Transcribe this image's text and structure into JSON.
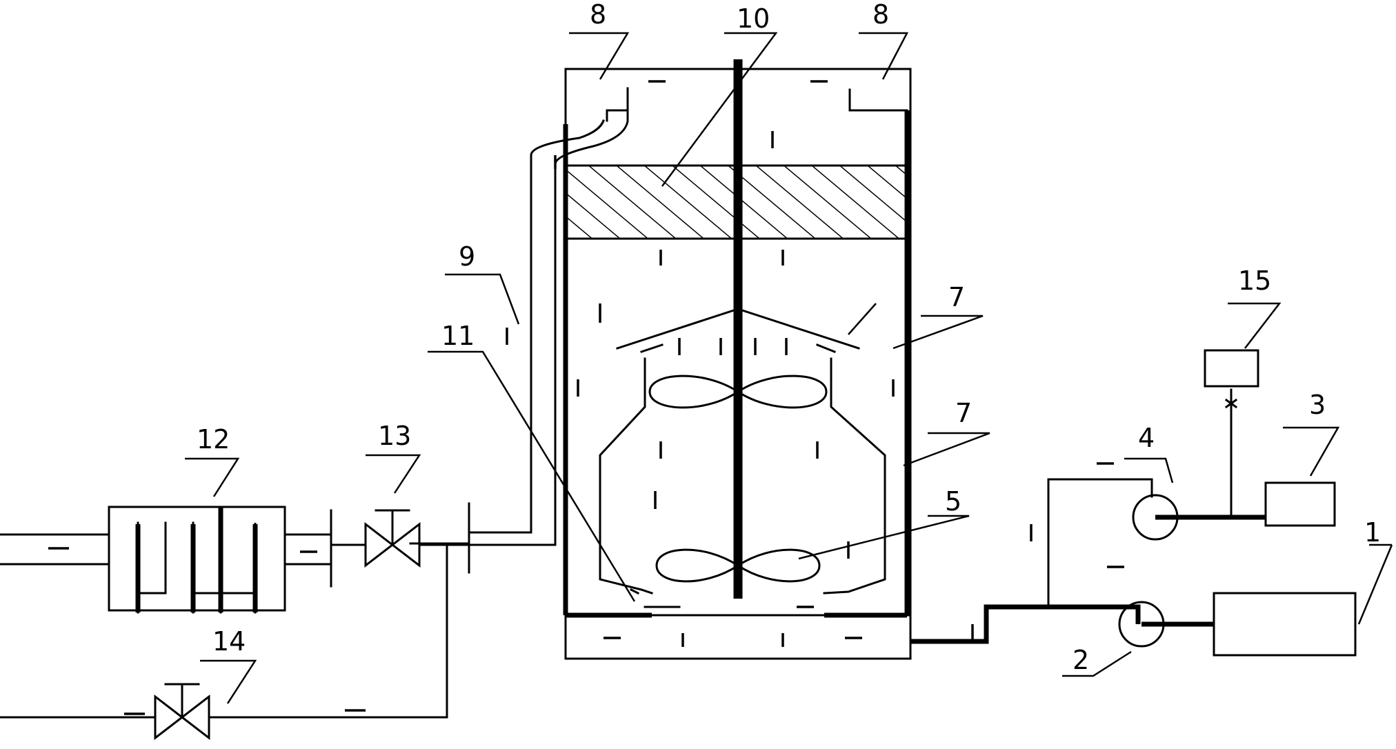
{
  "labels": {
    "l1": "1",
    "l2": "2",
    "l3": "3",
    "l4": "4",
    "l5": "5",
    "l7a": "7",
    "l7b": "7",
    "l8a": "8",
    "l8b": "8",
    "l9": "9",
    "l10": "10",
    "l11": "11",
    "l12": "12",
    "l13": "13",
    "l14": "14",
    "l15": "15"
  }
}
